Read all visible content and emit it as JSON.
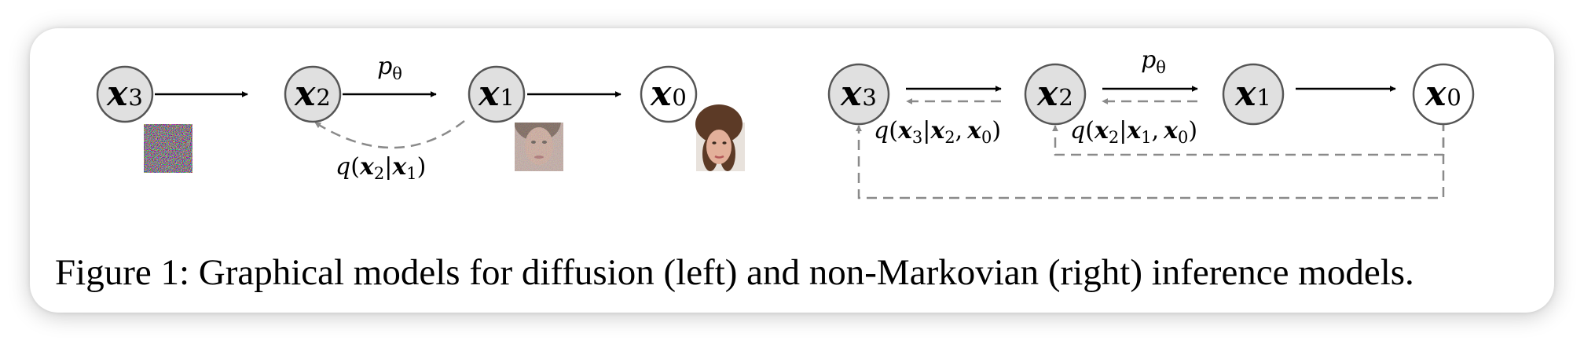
{
  "figure": {
    "caption": "Figure 1: Graphical models for diffusion (left) and non-Markovian (right) inference models.",
    "colors": {
      "node_shaded": "#e0e0e0",
      "node_outline": "#555555",
      "dashed_edge": "#8a8a8a",
      "solid_edge": "#000000"
    }
  },
  "left_model": {
    "nodes": [
      {
        "base": "x",
        "sub": "3",
        "shaded": true
      },
      {
        "base": "x",
        "sub": "2",
        "shaded": true
      },
      {
        "base": "x",
        "sub": "1",
        "shaded": true
      },
      {
        "base": "x",
        "sub": "0",
        "shaded": false
      }
    ],
    "generative_label": {
      "base": "p",
      "sub": "θ"
    },
    "inference_label": {
      "q": "q",
      "open": "(",
      "a": "x",
      "a_sub": "2",
      "bar": "|",
      "b": "x",
      "b_sub": "1",
      "close": ")"
    },
    "images": [
      "noise-image",
      "noisy-face-image",
      "clean-face-image"
    ]
  },
  "right_model": {
    "nodes": [
      {
        "base": "x",
        "sub": "3",
        "shaded": true
      },
      {
        "base": "x",
        "sub": "2",
        "shaded": true
      },
      {
        "base": "x",
        "sub": "1",
        "shaded": true
      },
      {
        "base": "x",
        "sub": "0",
        "shaded": false
      }
    ],
    "generative_label": {
      "base": "p",
      "sub": "θ"
    },
    "inference_labels": [
      {
        "q": "q",
        "open": "(",
        "a": "x",
        "a_sub": "3",
        "bar": "|",
        "b": "x",
        "b_sub": "2",
        "comma": ",",
        "c": "x",
        "c_sub": "0",
        "close": ")"
      },
      {
        "q": "q",
        "open": "(",
        "a": "x",
        "a_sub": "2",
        "bar": "|",
        "b": "x",
        "b_sub": "1",
        "comma": ",",
        "c": "x",
        "c_sub": "0",
        "close": ")"
      }
    ]
  }
}
